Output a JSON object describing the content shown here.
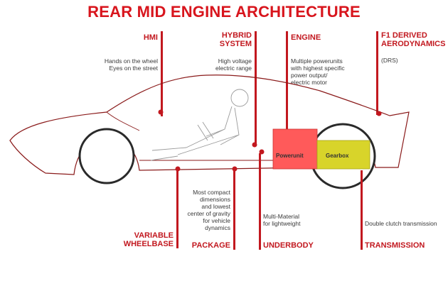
{
  "title": "REAR MID ENGINE ARCHITECTURE",
  "top_features": [
    {
      "heading": "HMI",
      "description": "Hands on the wheel\nEyes on the street"
    },
    {
      "heading": "HYBRID\nSYSTEM",
      "description": "High voltage\nelectric range"
    },
    {
      "heading": "ENGINE",
      "description": "Multiple powerunits\nwith highest specific\npower output/\nelectric motor"
    },
    {
      "heading": "F1 DERIVED\nAERODYNAMICS",
      "description": "(DRS)"
    }
  ],
  "bottom_features": [
    {
      "heading": "VARIABLE\nWHEELBASE",
      "description": ""
    },
    {
      "heading": "PACKAGE",
      "description": "Most compact\ndimensions\nand lowest\ncenter of gravity\nfor vehicle\ndynamics"
    },
    {
      "heading": "UNDERBODY",
      "description": "Multi-Material\nfor lightweight"
    },
    {
      "heading": "TRANSMISSION",
      "description": "Double clutch transmission"
    }
  ],
  "components": {
    "powerunit": {
      "label": "Powerunit",
      "color": "#ff5a5a"
    },
    "gearbox": {
      "label": "Gearbox",
      "color": "#d8d42a"
    }
  },
  "colors": {
    "accent": "#c2181f",
    "outline": "#8a1a1a"
  }
}
